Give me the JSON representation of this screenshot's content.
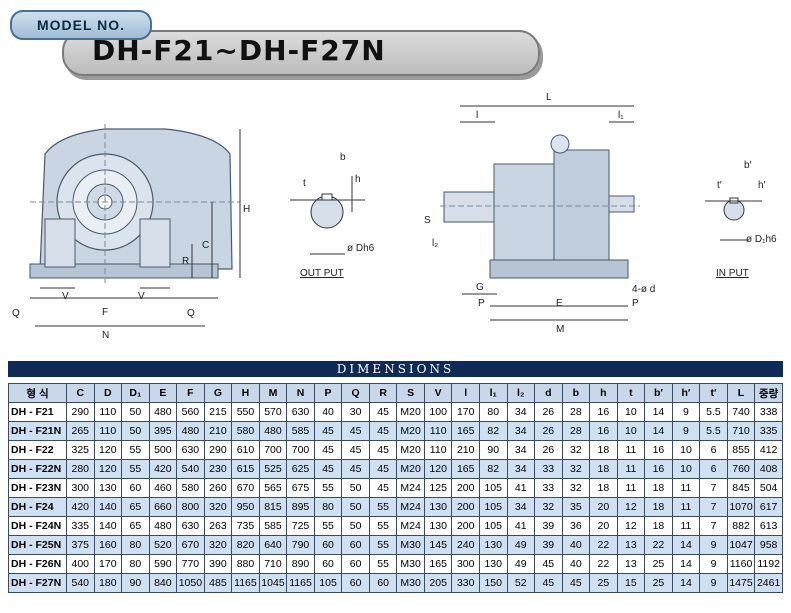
{
  "header": {
    "badge": "MODEL NO.",
    "title": "DH-F21~DH-F27N"
  },
  "drawings": {
    "output_label": "OUT PUT",
    "input_label": "IN PUT",
    "labels": {
      "front": {
        "Q_left": "Q",
        "Q_right": "Q",
        "V_left": "V",
        "V_right": "V",
        "F": "F",
        "N": "N",
        "H": "H",
        "C": "C",
        "R": "R"
      },
      "output": {
        "b": "b",
        "t": "t",
        "h": "h",
        "dia": "ø Dh6"
      },
      "side": {
        "L": "L",
        "l": "l",
        "l1": "l₁",
        "S": "S",
        "l2": "l₂",
        "G": "G",
        "P_left": "P",
        "E": "E",
        "P_right": "P",
        "M": "M",
        "bolt": "4-ø d"
      },
      "input": {
        "b": "b′",
        "t": "t′",
        "h": "h′",
        "dia": "ø D₁h6"
      }
    }
  },
  "dimensions": {
    "title": "DIMENSIONS",
    "columns": [
      "형 식",
      "C",
      "D",
      "D₁",
      "E",
      "F",
      "G",
      "H",
      "M",
      "N",
      "P",
      "Q",
      "R",
      "S",
      "V",
      "l",
      "l₁",
      "l₂",
      "d",
      "b",
      "h",
      "t",
      "b′",
      "h′",
      "t′",
      "L",
      "중량"
    ],
    "rows": [
      [
        "DH - F21",
        "290",
        "110",
        "50",
        "480",
        "560",
        "215",
        "550",
        "570",
        "630",
        "40",
        "30",
        "45",
        "M20",
        "100",
        "170",
        "80",
        "34",
        "26",
        "28",
        "16",
        "10",
        "14",
        "9",
        "5.5",
        "740",
        "338"
      ],
      [
        "DH - F21N",
        "265",
        "110",
        "50",
        "395",
        "480",
        "210",
        "580",
        "480",
        "585",
        "45",
        "45",
        "45",
        "M20",
        "110",
        "165",
        "82",
        "34",
        "26",
        "28",
        "16",
        "10",
        "14",
        "9",
        "5.5",
        "710",
        "335"
      ],
      [
        "DH - F22",
        "325",
        "120",
        "55",
        "500",
        "630",
        "290",
        "610",
        "700",
        "700",
        "45",
        "45",
        "45",
        "M20",
        "110",
        "210",
        "90",
        "34",
        "26",
        "32",
        "18",
        "11",
        "16",
        "10",
        "6",
        "855",
        "412"
      ],
      [
        "DH - F22N",
        "280",
        "120",
        "55",
        "420",
        "540",
        "230",
        "615",
        "525",
        "625",
        "45",
        "45",
        "45",
        "M20",
        "120",
        "165",
        "82",
        "34",
        "33",
        "32",
        "18",
        "11",
        "16",
        "10",
        "6",
        "760",
        "408"
      ],
      [
        "DH - F23N",
        "300",
        "130",
        "60",
        "460",
        "580",
        "260",
        "670",
        "565",
        "675",
        "55",
        "50",
        "45",
        "M24",
        "125",
        "200",
        "105",
        "41",
        "33",
        "32",
        "18",
        "11",
        "18",
        "11",
        "7",
        "845",
        "504"
      ],
      [
        "DH - F24",
        "420",
        "140",
        "65",
        "660",
        "800",
        "320",
        "950",
        "815",
        "895",
        "80",
        "50",
        "55",
        "M24",
        "130",
        "200",
        "105",
        "34",
        "32",
        "35",
        "20",
        "12",
        "18",
        "11",
        "7",
        "1070",
        "617"
      ],
      [
        "DH - F24N",
        "335",
        "140",
        "65",
        "480",
        "630",
        "263",
        "735",
        "585",
        "725",
        "55",
        "50",
        "55",
        "M24",
        "130",
        "200",
        "105",
        "41",
        "39",
        "36",
        "20",
        "12",
        "18",
        "11",
        "7",
        "882",
        "613"
      ],
      [
        "DH - F25N",
        "375",
        "160",
        "80",
        "520",
        "670",
        "320",
        "820",
        "640",
        "790",
        "60",
        "60",
        "55",
        "M30",
        "145",
        "240",
        "130",
        "49",
        "39",
        "40",
        "22",
        "13",
        "22",
        "14",
        "9",
        "1047",
        "958"
      ],
      [
        "DH - F26N",
        "400",
        "170",
        "80",
        "590",
        "770",
        "390",
        "880",
        "710",
        "890",
        "60",
        "60",
        "55",
        "M30",
        "165",
        "300",
        "130",
        "49",
        "45",
        "40",
        "22",
        "13",
        "25",
        "14",
        "9",
        "1160",
        "1192"
      ],
      [
        "DH - F27N",
        "540",
        "180",
        "90",
        "840",
        "1050",
        "485",
        "1165",
        "1045",
        "1165",
        "105",
        "60",
        "60",
        "M30",
        "205",
        "330",
        "150",
        "52",
        "45",
        "45",
        "25",
        "15",
        "25",
        "14",
        "9",
        "1475",
        "2461"
      ]
    ]
  }
}
